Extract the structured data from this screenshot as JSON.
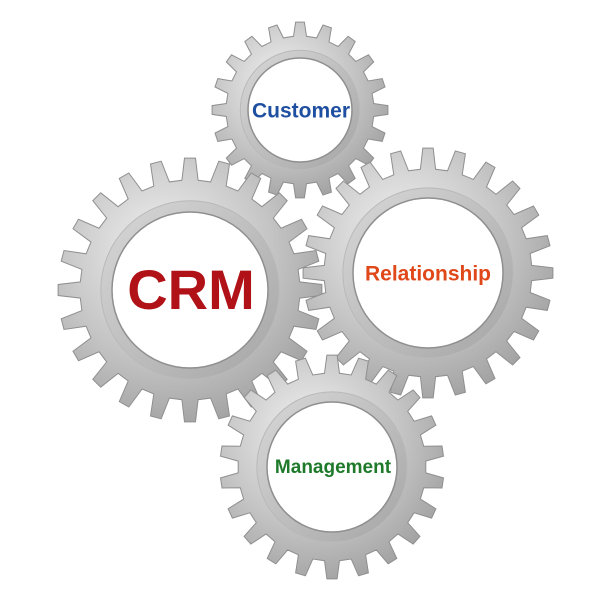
{
  "gears": [
    {
      "id": "customer",
      "label": "Customer",
      "color": "#1f4fa0"
    },
    {
      "id": "crm",
      "label": "CRM",
      "color": "#b01217"
    },
    {
      "id": "relationship",
      "label": "Relationship",
      "color": "#e0481a"
    },
    {
      "id": "management",
      "label": "Management",
      "color": "#1e7a2a"
    }
  ],
  "colors": {
    "metal_light": "#e6e6e6",
    "metal_mid": "#b9b9b9",
    "metal_dark": "#8f8f8f",
    "face": "#ffffff"
  }
}
